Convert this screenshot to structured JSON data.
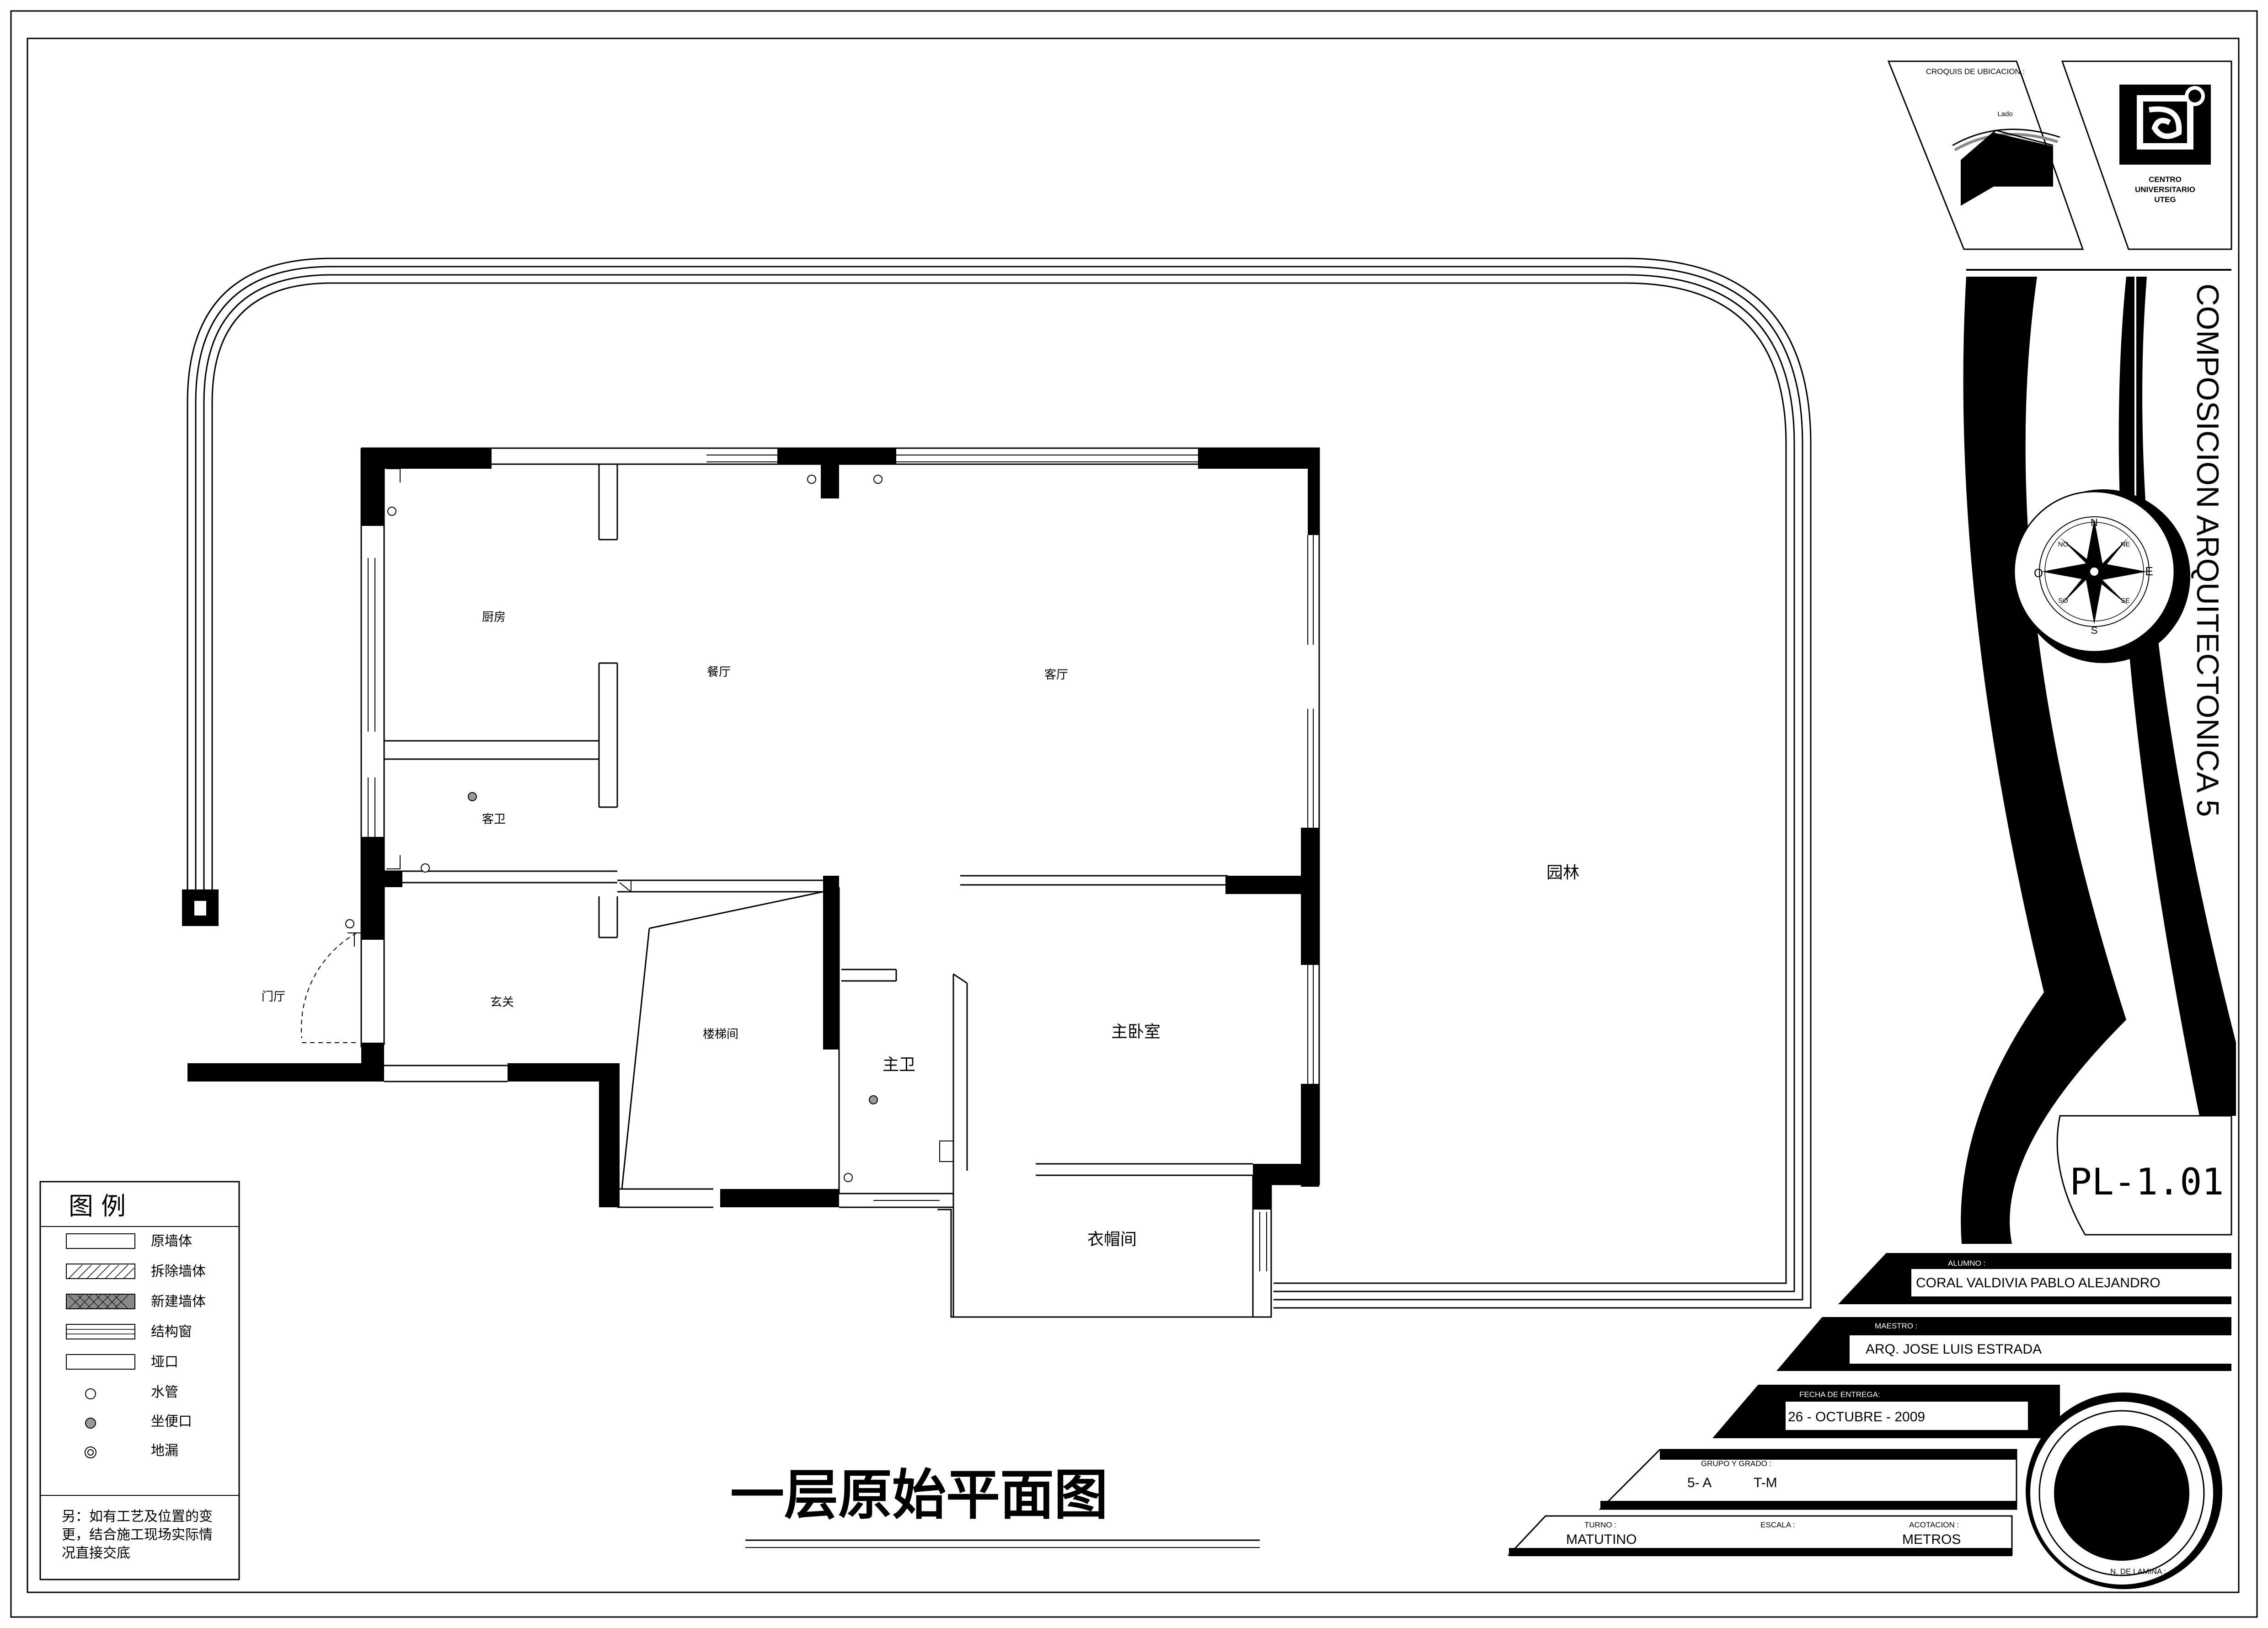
{
  "plan": {
    "title": "一层原始平面图",
    "rooms": {
      "kitchen": "厨房",
      "dining": "餐厅",
      "living": "客厅",
      "guest_bath": "客卫",
      "foyer": "门厅",
      "entrance": "玄关",
      "stairwell": "楼梯间",
      "master_bath": "主卫",
      "master_bedroom": "主卧室",
      "closet": "衣帽间",
      "garden": "园林"
    }
  },
  "legend": {
    "title": "图  例",
    "items": [
      {
        "symbol": "wall-box",
        "label": "原墙体"
      },
      {
        "symbol": "hatch-box",
        "label": "拆除墙体"
      },
      {
        "symbol": "cross-box",
        "label": "新建墙体"
      },
      {
        "symbol": "window-box",
        "label": "结构窗"
      },
      {
        "symbol": "opening-box",
        "label": "垭口"
      },
      {
        "symbol": "circle-open",
        "label": "水管"
      },
      {
        "symbol": "circle-grey",
        "label": "坐便口"
      },
      {
        "symbol": "circle-double",
        "label": "地漏"
      }
    ],
    "note_lines": [
      "另：如有工艺及位置的变",
      "更，结合施工现场实际情",
      "况直接交底"
    ]
  },
  "title_block": {
    "location_label": "CROQUIS DE UBICACION :",
    "location_mark": "Lado",
    "logo_lines": [
      "CENTRO",
      "UNIVERSITARIO",
      "UTEG"
    ],
    "course": "COMPOSICION ARQUITECTONICA 5",
    "compass": {
      "n": "N",
      "s": "S",
      "e": "E",
      "o": "O",
      "ne": "NE",
      "no": "NO",
      "se": "SE",
      "so": "SO"
    },
    "sheet_code": "PL-1.01",
    "alumno_label": "ALUMNO :",
    "alumno": "CORAL VALDIVIA PABLO ALEJANDRO",
    "maestro_label": "MAESTRO :",
    "maestro": "ARQ. JOSE LUIS ESTRADA",
    "fecha_label": "FECHA DE ENTREGA:",
    "fecha": "26 - OCTUBRE - 2009",
    "grupo_label": "GRUPO Y GRADO :",
    "grupo": "5- A",
    "turno_code": "T-M",
    "turno_label": "TURNO :",
    "turno": "MATUTINO",
    "escala_label": "ESCALA :",
    "acotacion_label": "ACOTACION :",
    "acotacion": "METROS",
    "lamina_label": "N. DE LAMINA :"
  },
  "colors": {
    "ink": "#000000",
    "paper": "#ffffff",
    "grey_fixture": "#9a9a9a"
  }
}
